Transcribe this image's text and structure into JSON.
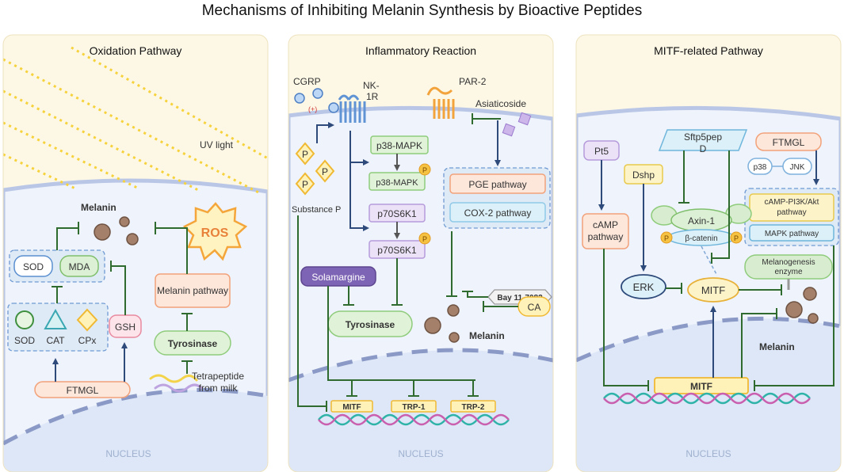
{
  "title": "Mechanisms of Inhibiting Melanin Synthesis by Bioactive Peptides",
  "colors": {
    "panel_bg": "#fdf8e6",
    "cell_bg": "#eff3fb",
    "nucleus_bg": "#dde7f7",
    "inhibit": "#2f6b2f",
    "activate": "#2d4a7a",
    "sun": "#f6d23c",
    "melanin": "#a4806a",
    "box_orange": "#f2a27a",
    "box_green": "#a7d49a",
    "box_purple": "#b69bdb",
    "box_blue": "#8fc9e8",
    "box_yellow": "#f4c540",
    "box_pink": "#e88aa0"
  },
  "panel_oxidation": {
    "title": "Oxidation Pathway",
    "uv_label": "UV light",
    "melanin": "Melanin",
    "ros": "ROS",
    "sod": "SOD",
    "mda": "MDA",
    "sod_small": "SOD",
    "cat": "CAT",
    "cpx": "CPx",
    "gsh": "GSH",
    "melanin_pathway": "Melanin pathway",
    "tyrosinase": "Tyrosinase",
    "tetrapeptide": "Tetrapeptide from milk",
    "ftmgl": "FTMGL",
    "nucleus": "NUCLEUS"
  },
  "panel_inflammatory": {
    "title": "Inflammatory Reaction",
    "cgrp": "CGRP",
    "plus": "(+)",
    "nk1r": "NK-1R",
    "par2": "PAR-2",
    "asiaticoside": "Asiaticoside",
    "p38_mapk_a": "p38-MAPK",
    "p38_mapk_b": "p38-MAPK",
    "p70s6k1_a": "p70S6K1",
    "p70s6k1_b": "p70S6K1",
    "phospho": "P",
    "substance_p": "Substance P",
    "pge": "PGE pathway",
    "cox2": "COX-2 pathway",
    "solamargine": "Solamargine",
    "bay": "Bay 11-7082",
    "ca": "CA",
    "tyrosinase": "Tyrosinase",
    "melanin": "Melanin",
    "mitf": "MITF",
    "trp1": "TRP-1",
    "trp2": "TRP-2",
    "nucleus": "NUCLEUS"
  },
  "panel_mitf": {
    "title": "MITF-related Pathway",
    "pt5": "Pt5",
    "sftp": "Sftp5pep D",
    "ftmgl": "FTMGL",
    "dshp": "Dshp",
    "p38": "p38",
    "jnk": "JNK",
    "camp_pi3k": "cAMP-PI3K/Akt pathway",
    "mapk": "MAPK pathway",
    "camp": "cAMP pathway",
    "axin": "Axin-1",
    "catenin": "β-catenin",
    "phospho": "P",
    "erk": "ERK",
    "mitf_small": "MITF",
    "melanogenesis": "Melanogenesis enzyme",
    "melanin": "Melanin",
    "mitf_big": "MITF",
    "nucleus": "NUCLEUS"
  }
}
